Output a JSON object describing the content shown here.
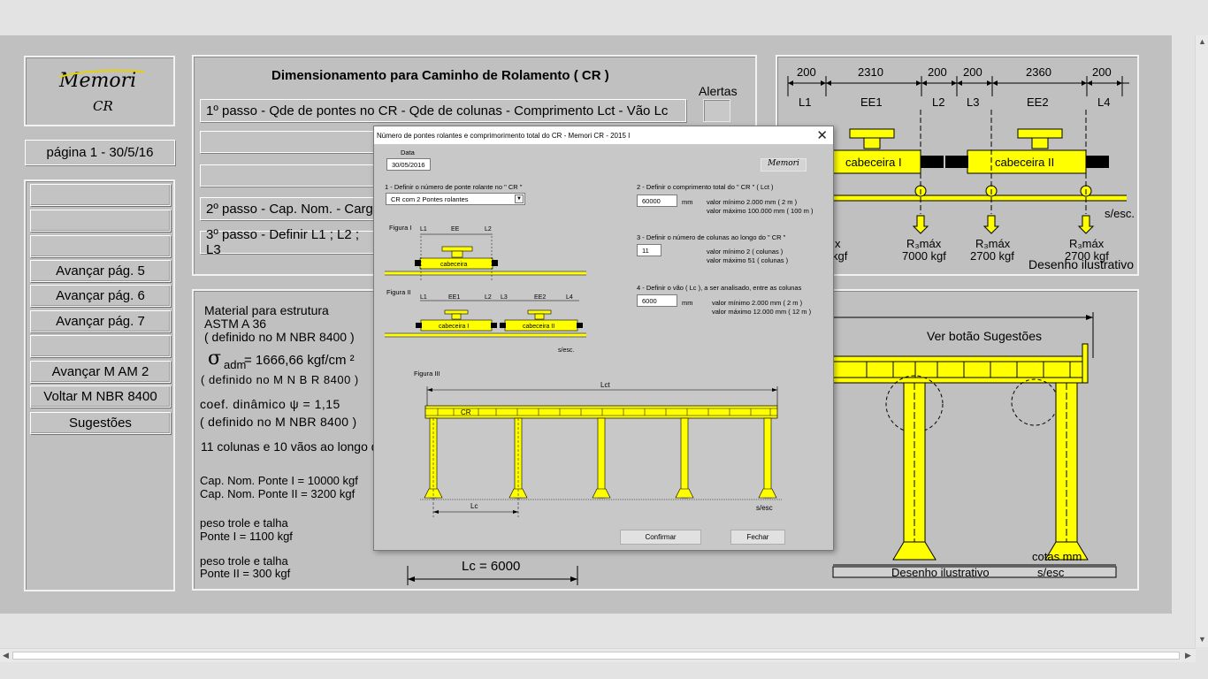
{
  "logo": {
    "title": "Memori",
    "subtitle": "CR"
  },
  "page_label": "página 1 -   30/5/16",
  "nav": [
    "",
    "",
    "",
    "Avançar pág. 5",
    "Avançar pág. 6",
    "Avançar pág. 7",
    "",
    "Avançar M AM 2",
    "Voltar M  NBR  8400",
    "Sugestões"
  ],
  "main": {
    "title": "Dimensionamento para Caminho de Rolamento ( CR )",
    "step1": "1º passo - Qde de pontes no CR - Qde de colunas - Comprimento Lct - Vão Lc",
    "step2": "2º passo - Cap. Nom. - Carg",
    "step3": "3º passo - Definir L1 ; L2 ; L3",
    "alerts_label": "Alertas"
  },
  "info": {
    "material_l1": "Material para estrutura",
    "material_l2": "ASTM A 36",
    "material_l3": "( definido no M NBR 8400 )",
    "sigma_symbol": "σ",
    "sigma_sub": "adm",
    "sigma_val": " = 1666,66 kgf/cm ²",
    "sigma_note": "( definido no M N B R 8400 )",
    "coef": "coef. dinâmico ψ = 1,15",
    "coef_note": "( definido no M NBR 8400 )",
    "colunas": "11 colunas e 10 vãos ao longo do",
    "cap1": "Cap. Nom. Ponte I = 10000 kgf",
    "cap2": "Cap. Nom. Ponte II = 3200 kgf",
    "peso1a": "peso trole e talha",
    "peso1b": "Ponte I = 1100 kgf",
    "peso2a": "peso trole e talha",
    "peso2b": "Ponte II = 300 kgf",
    "lc": "Lc = 6000"
  },
  "top_drawing": {
    "dims": [
      "200",
      "2310",
      "200",
      "200",
      "2360",
      "200"
    ],
    "labels": [
      "L1",
      "EE1",
      "L2",
      "L3",
      "EE2",
      "L4"
    ],
    "cab1": "cabeceira I",
    "cab2": "cabeceira II",
    "sesc": "s/esc.",
    "r_partial": "x",
    "r_partial_kgf": "kgf",
    "r1": "R₃máx",
    "r1v": "7000 kgf",
    "r2": "R₃máx",
    "r2v": "2700 kgf",
    "r3": "R₃máx",
    "r3v": "2700 kgf",
    "caption": "Desenho ilustrativo"
  },
  "bottom_drawing": {
    "ver": "Ver botão Sugestões",
    "cotas": "cotas mm",
    "caption": "Desenho ilustrativo",
    "sesc": "s/esc"
  },
  "dialog": {
    "title": "Número de pontes rolantes e comprimorimento total do CR - Memori  CR - 2015 I",
    "data_label": "Data",
    "data_value": "30/05/2016",
    "logo": "Memori",
    "s1": "1 - Definir o número de ponte rolante no \" CR \"",
    "s1_select": "CR com 2 Pontes rolantes",
    "s2": "2 - Definir o comprimento total do \" CR \" ( Lct )",
    "s2_value": "60000",
    "s2_unit": "mm",
    "s2_min": "valor mínimo      2.000 mm  ( 2 m )",
    "s2_max": "valor máximo 100.000 mm  ( 100 m )",
    "s3": "3 - Definir o número de colunas ao longo do \" CR \"",
    "s3_value": "11",
    "s3_min": "valor mínimo       2  ( colunas )",
    "s3_max": "valor máximo    51  ( colunas )",
    "s4": "4 - Definir o vão ( Lc ), a ser analisado, entre as colunas",
    "s4_value": "6000",
    "s4_unit": "mm",
    "s4_min": "valor mínimo     2.000 mm  ( 2 m )",
    "s4_max": "valor máximo 12.000 mm  ( 12 m )",
    "fig1": "Figura I",
    "fig2": "Figura II",
    "fig3": "Figura III",
    "fig1_labels": [
      "L1",
      "EE",
      "L2"
    ],
    "fig1_cab": "cabeceira",
    "fig2_labels": [
      "L1",
      "EE1",
      "L2",
      "L3",
      "EE2",
      "L4"
    ],
    "fig2_cab1": "cabeceira I",
    "fig2_cab2": "cabeceira II",
    "fig2_sesc": "s/esc.",
    "fig3_lct": "Lct",
    "fig3_cr": "CR",
    "fig3_lc": "Lc",
    "fig3_sesc": "s/esc",
    "confirm": "Confirmar",
    "close": "Fechar"
  },
  "colors": {
    "yellow": "#ffff00",
    "panel": "#c0c0c0"
  }
}
